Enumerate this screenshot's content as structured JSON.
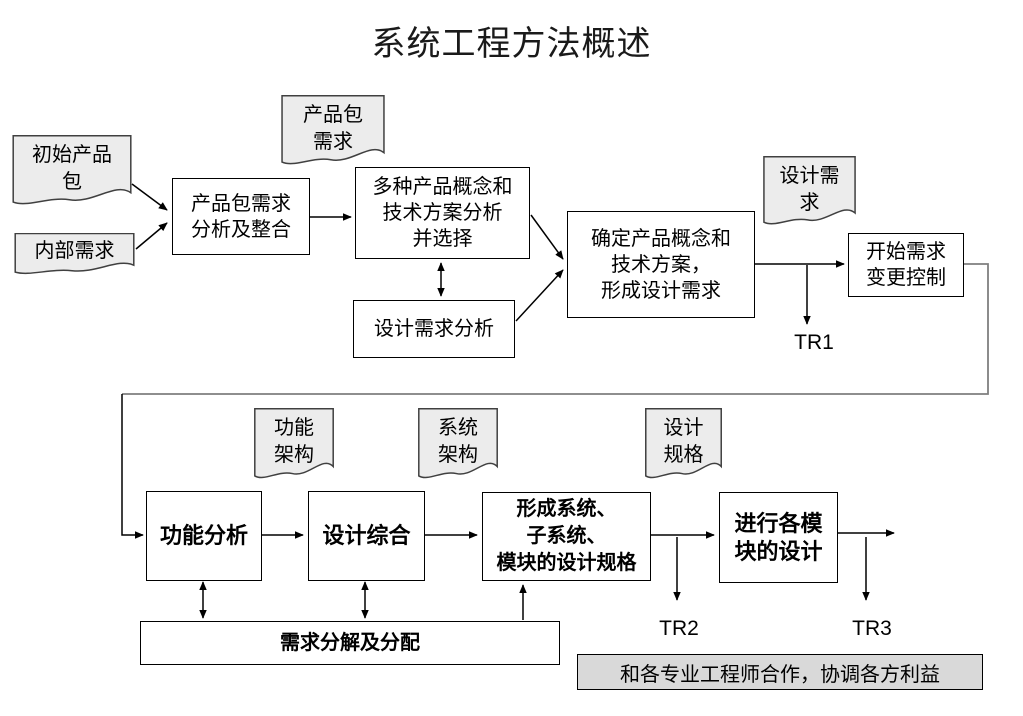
{
  "title": "系统工程方法概述",
  "nodes": {
    "doc_initial": "初始产品\n包",
    "doc_internal": "内部需求",
    "doc_pkg_req": "产品包\n需求",
    "doc_design_req": "设计需\n求",
    "doc_func_arch": "功能\n架构",
    "doc_sys_arch": "系统\n架构",
    "doc_design_spec": "设计\n规格",
    "box_pkg_analysis": "产品包需求\n分析及整合",
    "box_multi_concept": "多种产品概念和\n技术方案分析\n并选择",
    "box_design_req_analysis": "设计需求分析",
    "box_confirm_concept": "确定产品概念和\n技术方案，\n形成设计需求",
    "box_change_control": "开始需求\n变更控制",
    "box_func_analysis": "功能分析",
    "box_design_synthesis": "设计综合",
    "box_form_spec": "形成系统、\n子系统、\n模块的设计规格",
    "box_module_design": "进行各模\n块的设计",
    "box_req_decompose": "需求分解及分配",
    "note_cooperation": "和各专业工程师合作，协调各方利益"
  },
  "labels": {
    "tr1": "TR1",
    "tr2": "TR2",
    "tr3": "TR3"
  },
  "colors": {
    "box_fill": "#ffffff",
    "box_border": "#000000",
    "doc_fill": "#ececec",
    "doc_border": "#404040",
    "note_fill": "#d9d9d9",
    "arrow": "#000000",
    "feedback_connector": "#7f7f7f"
  }
}
